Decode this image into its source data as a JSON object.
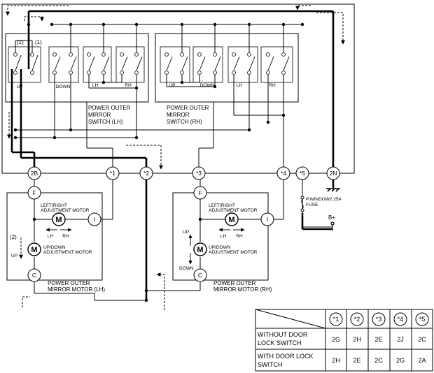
{
  "switches": {
    "annot_1_left": "(1)",
    "annot_1_right": "(1)",
    "lh_up": "UP",
    "lh_down": "DOWN",
    "lh_lh": "LH",
    "lh_rh": "RH",
    "rh_up": "UP",
    "rh_down": "DOWN",
    "rh_lh": "LH",
    "rh_rh": "RH",
    "lh_title": [
      "POWER OUTER",
      "MIRROR",
      "SWITCH (LH)"
    ],
    "rh_title": [
      "POWER OUTER",
      "MIRROR",
      "SWITCH (RH)"
    ]
  },
  "connectors": {
    "c_2b": "2B",
    "c_s1": "*1",
    "c_s2": "*2",
    "c_s3": "*3",
    "c_s4": "*4",
    "c_s5": "*5",
    "c_2n": "2N"
  },
  "motor_lh": {
    "f": "F",
    "i": "I",
    "c": "C",
    "m1": "M",
    "m2": "M",
    "lr_motor": [
      "LEFT/RIGHT",
      "ADJUSTMENT MOTOR"
    ],
    "lh": "LH",
    "rh": "RH",
    "ud_motor": [
      "UP/DOWN",
      "ADJUSTMENT MOTOR"
    ],
    "annot_2": "(2)",
    "up": "UP",
    "title": [
      "POWER OUTER",
      "MIRROR MOTOR (LH)"
    ]
  },
  "motor_rh": {
    "f": "F",
    "i": "I",
    "c": "C",
    "m1": "M",
    "m2": "M",
    "lr_motor": [
      "LEFT/RIGHT",
      "ADJUSTMENT MOTOR"
    ],
    "lh": "LH",
    "rh": "RH",
    "ud_motor": [
      "UP/DOWN",
      "ADJUSTMENT MOTOR"
    ],
    "up": "UP",
    "down": "DOWN",
    "title": [
      "POWER OUTER",
      "MIRROR MOTOR (RH)"
    ]
  },
  "fuse": {
    "label": [
      "P.WINDOW2 25A",
      "FUSE"
    ],
    "battery": "B+"
  },
  "table": {
    "headers": [
      "*1",
      "*2",
      "*3",
      "*4",
      "*5"
    ],
    "rows": [
      {
        "label": [
          "WITHOUT DOOR",
          "LOCK SWITCH"
        ],
        "values": [
          "2G",
          "2H",
          "2E",
          "2J",
          "2C"
        ]
      },
      {
        "label": [
          "WITH DOOR LOCK",
          "SWITCH"
        ],
        "values": [
          "2H",
          "2E",
          "2C",
          "2G",
          "2A"
        ]
      }
    ]
  }
}
